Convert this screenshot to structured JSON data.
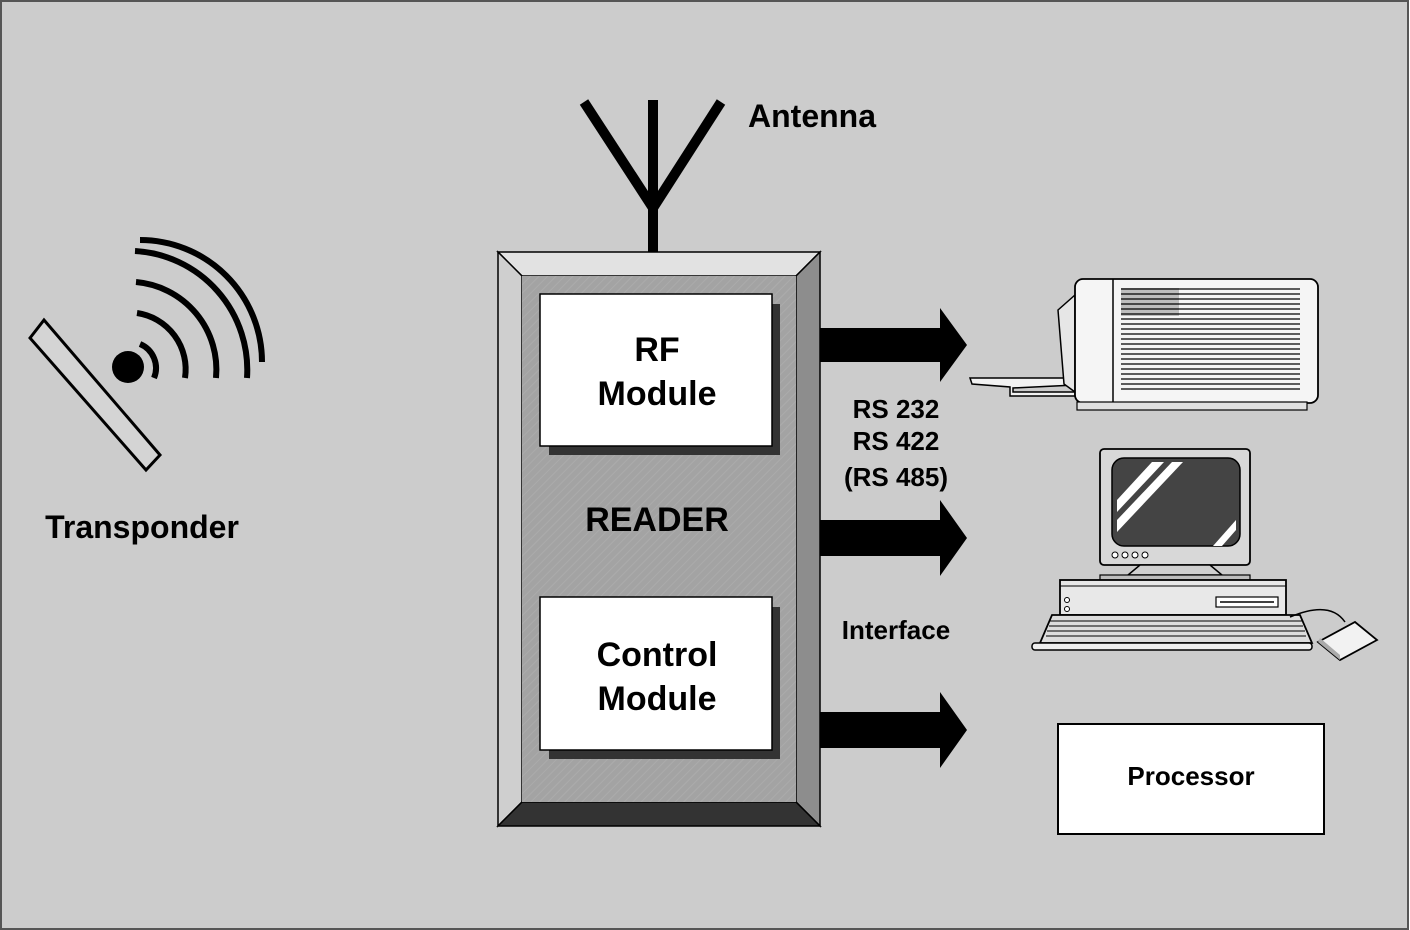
{
  "labels": {
    "antenna": "Antenna",
    "transponder": "Transponder",
    "rf_module_line1": "RF",
    "rf_module_line2": "Module",
    "reader": "READER",
    "control_module_line1": "Control",
    "control_module_line2": "Module",
    "interface_line1": "RS 232",
    "interface_line2": "RS 422",
    "interface_line3": "(RS 485)",
    "interface": "Interface",
    "processor": "Processor"
  },
  "colors": {
    "background": "#cccccc",
    "frame": "#555555",
    "reader_face": "#9b9b9b",
    "reader_bevel_light": "#e2e2e2",
    "reader_bevel_dark": "#333333",
    "module_fill": "#ffffff",
    "ink": "#000000"
  },
  "icons": {
    "transponder": "transponder-tag-icon",
    "antenna": "antenna-icon",
    "printer": "printer-icon",
    "computer": "desktop-computer-icon"
  }
}
